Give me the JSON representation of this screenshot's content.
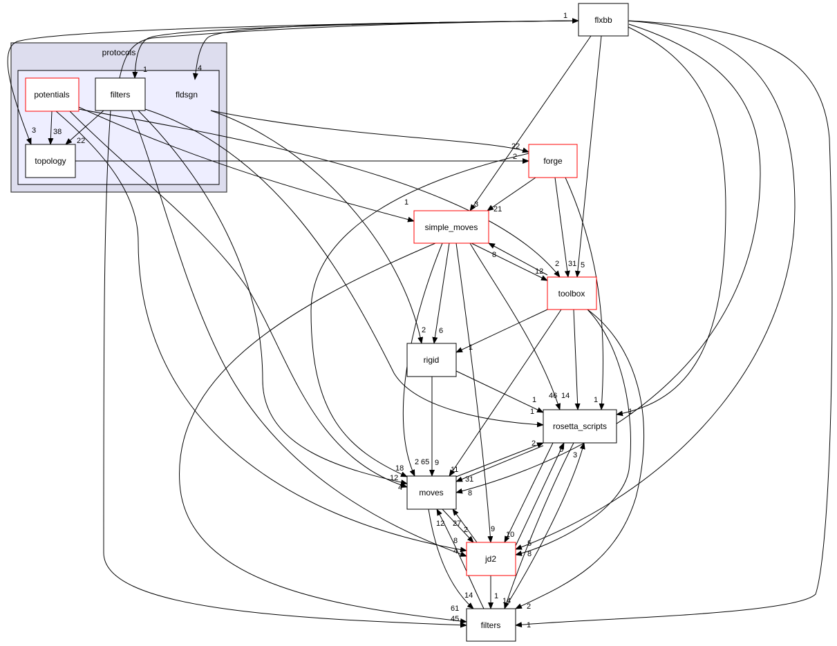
{
  "colors": {
    "outer_cluster_fill": "#ddddee",
    "inner_cluster_fill": "#eeeeff",
    "highlight_border": "#ff0000",
    "normal_border": "#000000"
  },
  "cluster": {
    "title": "protocols",
    "inner_label": "fldsgn"
  },
  "nodes": {
    "potentials": "potentials",
    "filters_proto": "filters",
    "topology": "topology",
    "flxbb": "flxbb",
    "forge": "forge",
    "simple_moves": "simple_moves",
    "toolbox": "toolbox",
    "rigid": "rigid",
    "rosetta_scripts": "rosetta_scripts",
    "moves": "moves",
    "jd2": "jd2",
    "filters": "filters"
  },
  "edge_labels": [
    "2",
    "38",
    "22",
    "3",
    "1",
    "4",
    "1",
    "1",
    "3",
    "21",
    "22",
    "5",
    "31",
    "12",
    "8",
    "2",
    "2",
    "6",
    "1",
    "1",
    "1",
    "46",
    "14",
    "1",
    "1",
    "2",
    "5",
    "3",
    "18",
    "2",
    "65",
    "9",
    "11",
    "31",
    "8",
    "12",
    "4",
    "2",
    "27",
    "12",
    "9",
    "10",
    "5",
    "8",
    "8",
    "4",
    "1",
    "14",
    "14",
    "2",
    "1",
    "61",
    "45"
  ]
}
